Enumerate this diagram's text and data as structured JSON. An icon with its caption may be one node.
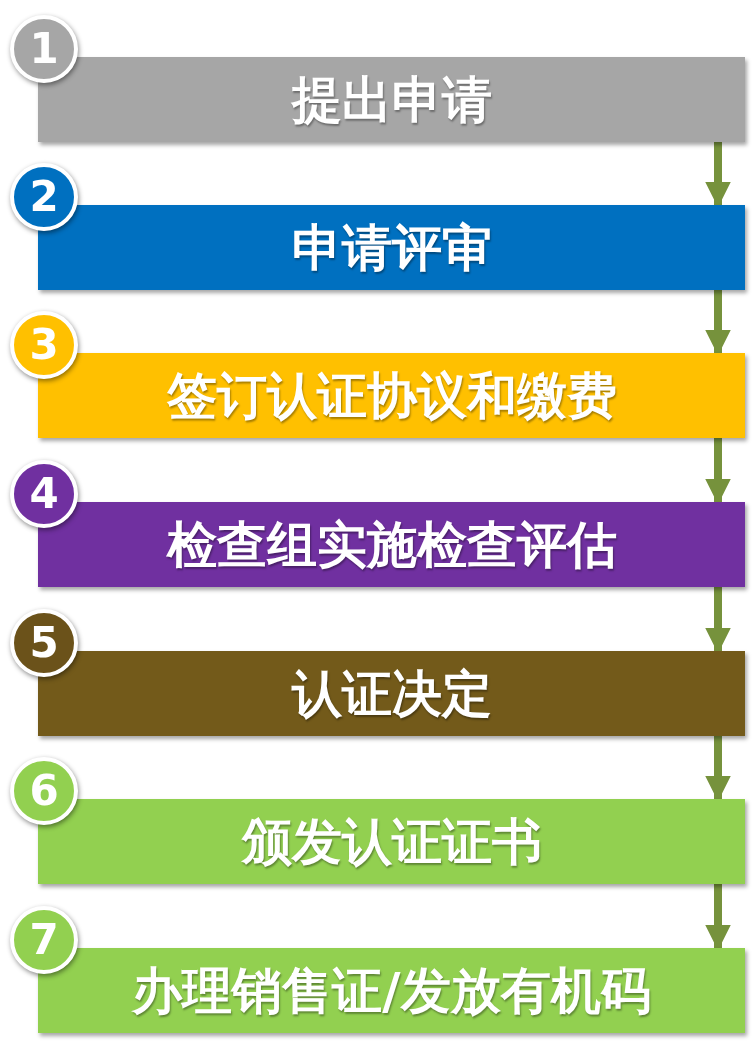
{
  "diagram": {
    "nodes": [
      {
        "text": [
          "1"
        ]
      },
      {
        "text": [
          "提出申请"
        ]
      },
      {
        "text": [
          "2"
        ]
      },
      {
        "text": [
          "申请评审"
        ]
      },
      {
        "text": [
          "3"
        ]
      },
      {
        "text": [
          "签订认证协议和缴费"
        ]
      },
      {
        "text": [
          "4"
        ]
      },
      {
        "text": [
          "检查组实施检查评估"
        ]
      },
      {
        "text": [
          "5"
        ]
      },
      {
        "text": [
          "认证决定"
        ]
      },
      {
        "text": [
          "6"
        ]
      },
      {
        "text": [
          "颁发认证证书"
        ]
      },
      {
        "text": [
          "7"
        ]
      },
      {
        "text": [
          "办理销售证/发放有机码"
        ]
      }
    ],
    "edges": [
      {
        "from": 1,
        "to": 3,
        "arrow": "to"
      },
      {
        "from": 3,
        "to": 5,
        "arrow": "to"
      },
      {
        "from": 5,
        "to": 7,
        "arrow": "to"
      },
      {
        "from": 7,
        "to": 9,
        "arrow": "to"
      },
      {
        "from": 9,
        "to": 11,
        "arrow": "to"
      },
      {
        "from": 11,
        "to": 13,
        "arrow": "to"
      }
    ]
  }
}
